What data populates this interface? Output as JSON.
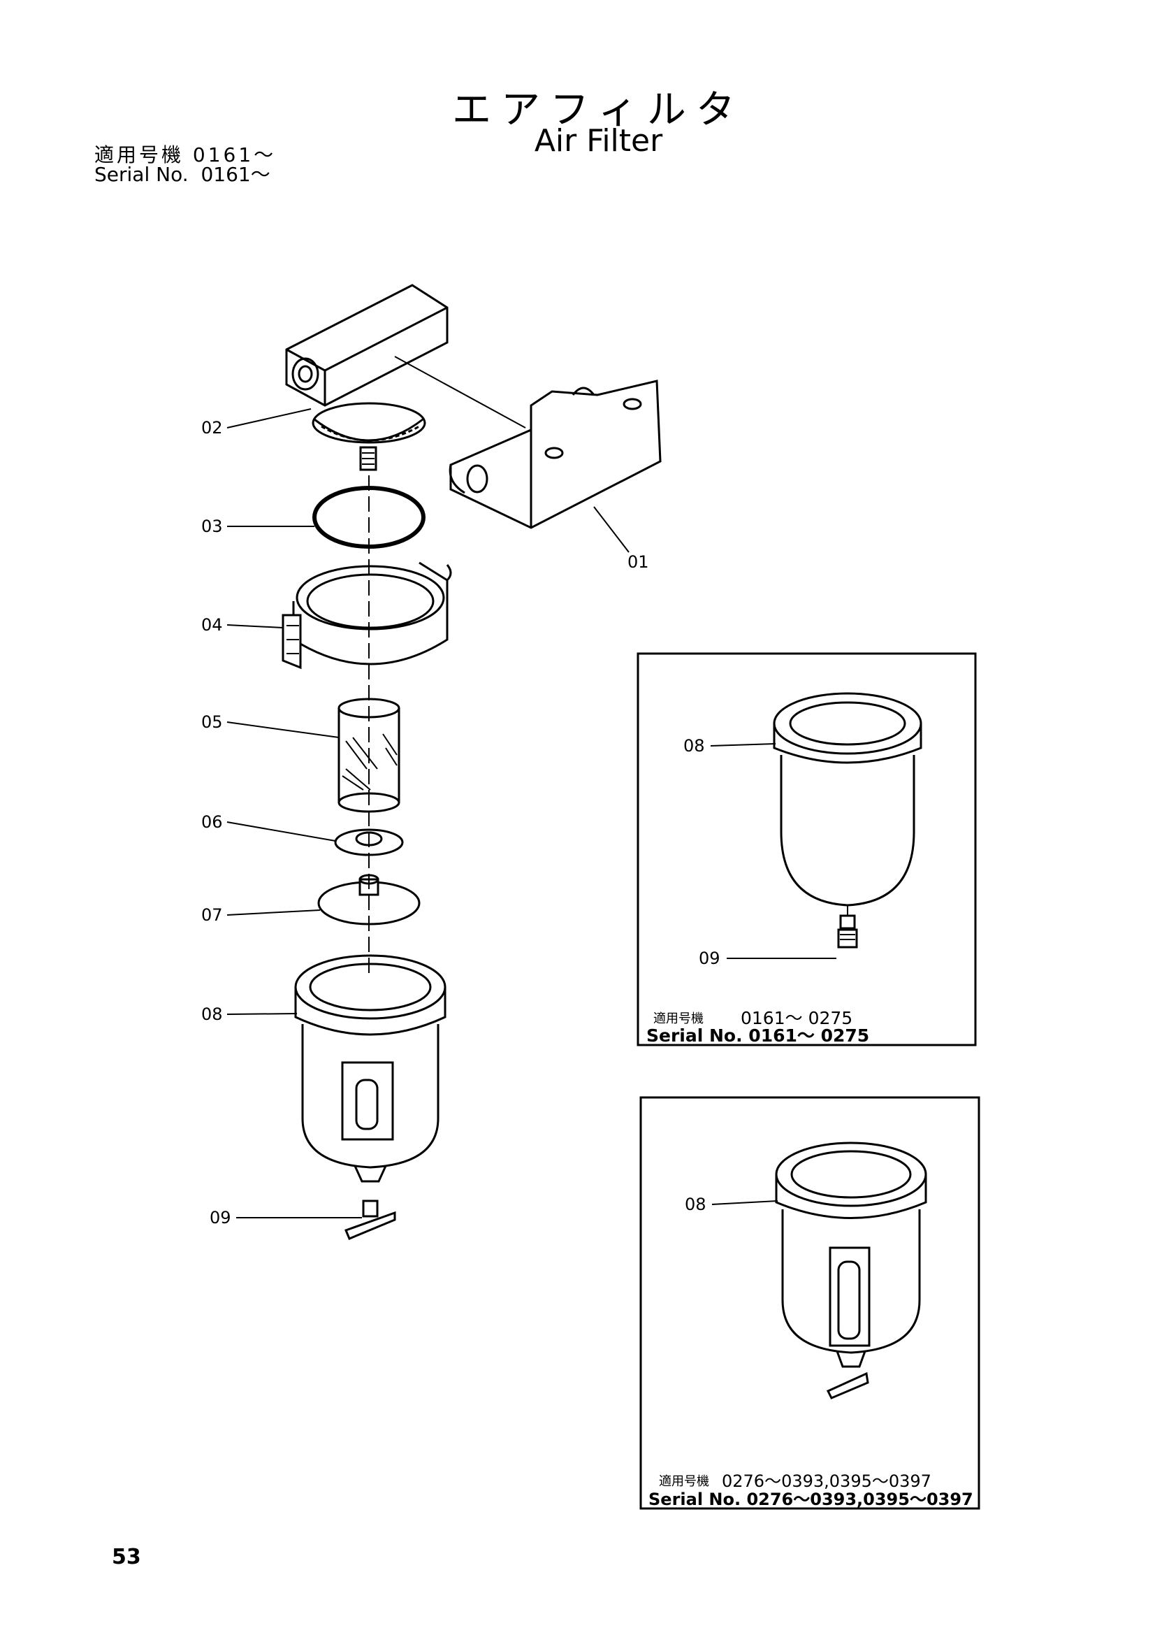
{
  "header": {
    "title_jp": "エアフィルタ",
    "title_en": "Air Filter",
    "serial_jp_label": "適用号機",
    "serial_jp_value": "0161～",
    "serial_en_label": "Serial No.",
    "serial_en_value": "0161～"
  },
  "parts": {
    "p01": "01",
    "p02": "02",
    "p03": "03",
    "p04": "04",
    "p05": "05",
    "p06": "06",
    "p07": "07",
    "p08": "08",
    "p09": "09"
  },
  "inset1": {
    "label_08": "08",
    "label_09": "09",
    "serial_jp": "適用号機",
    "serial_jp_value": "0161～ 0275",
    "serial_en": "Serial No. 0161～ 0275"
  },
  "inset2": {
    "label_08": "08",
    "serial_jp": "適用号機",
    "serial_jp_value": "0276～0393,0395～0397",
    "serial_en": "Serial No. 0276～0393,0395～0397"
  },
  "footer": {
    "page_number": "53"
  }
}
